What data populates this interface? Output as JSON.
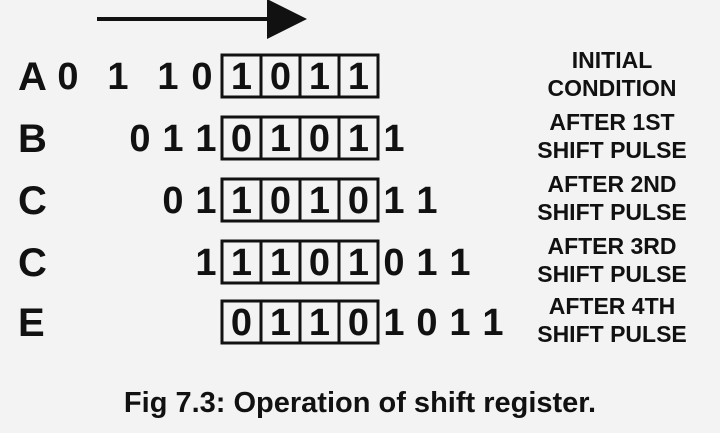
{
  "figure": {
    "direction": "right",
    "rows": [
      {
        "label": "A",
        "left_bits": [
          "0",
          "1",
          "1",
          "0"
        ],
        "register_bits": [
          "1",
          "0",
          "1",
          "1"
        ],
        "right_bits": [],
        "condition": [
          "INITIAL",
          "CONDITION"
        ]
      },
      {
        "label": "B",
        "left_bits": [
          "0",
          "1",
          "1"
        ],
        "register_bits": [
          "0",
          "1",
          "0",
          "1"
        ],
        "right_bits": [
          "1"
        ],
        "condition": [
          "AFTER 1ST",
          "SHIFT PULSE"
        ]
      },
      {
        "label": "C",
        "left_bits": [
          "0",
          "1"
        ],
        "register_bits": [
          "1",
          "0",
          "1",
          "0"
        ],
        "right_bits": [
          "1",
          "1"
        ],
        "condition": [
          "AFTER 2ND",
          "SHIFT PULSE"
        ]
      },
      {
        "label": "C",
        "left_bits": [
          "1"
        ],
        "register_bits": [
          "1",
          "1",
          "0",
          "1"
        ],
        "right_bits": [
          "0",
          "1",
          "1"
        ],
        "condition": [
          "AFTER 3RD",
          "SHIFT PULSE"
        ]
      },
      {
        "label": "E",
        "left_bits": [],
        "register_bits": [
          "0",
          "1",
          "1",
          "0"
        ],
        "right_bits": [
          "1",
          "0",
          "1",
          "1"
        ],
        "condition": [
          "AFTER 4TH",
          "SHIFT PULSE"
        ]
      }
    ],
    "caption": "Fig 7.3: Operation of shift register."
  }
}
